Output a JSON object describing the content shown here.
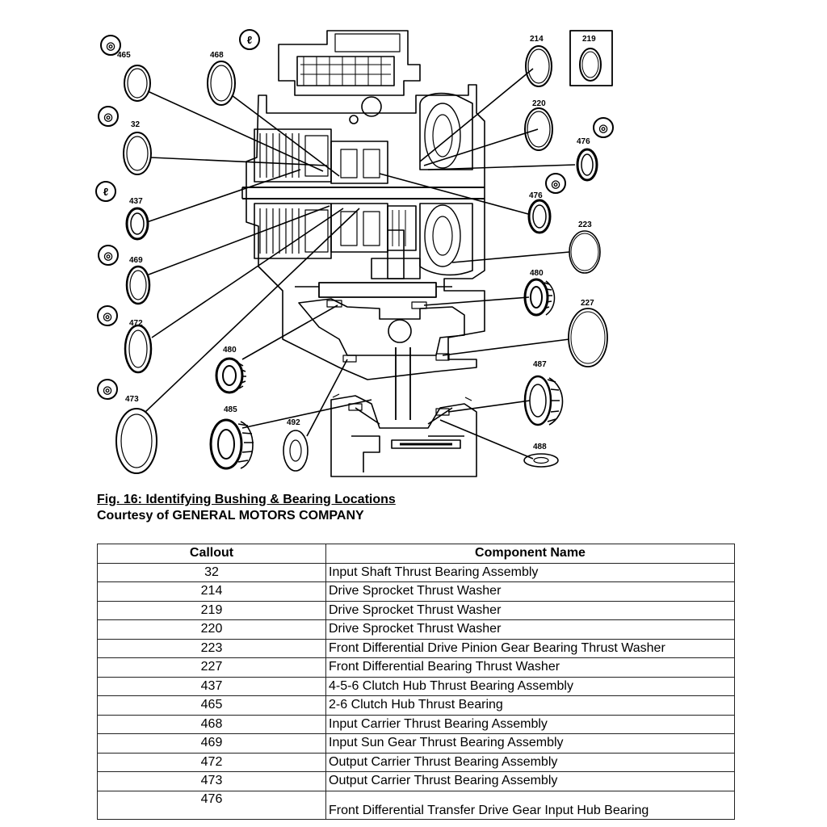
{
  "caption": {
    "title": "Fig. 16: Identifying Bushing & Bearing Locations",
    "courtesy": "Courtesy of GENERAL MOTORS COMPANY"
  },
  "callouts": {
    "c465": "465",
    "c468": "468",
    "c32": "32",
    "c437": "437",
    "c469": "469",
    "c472": "472",
    "c473": "473",
    "c480a": "480",
    "c485": "485",
    "c492": "492",
    "c214": "214",
    "c219": "219",
    "c220": "220",
    "c476a": "476",
    "c476b": "476",
    "c223": "223",
    "c480b": "480",
    "c227": "227",
    "c487": "487",
    "c488": "488"
  },
  "table": {
    "headers": [
      "Callout",
      "Component Name"
    ],
    "rows": [
      {
        "callout": "32",
        "name": "Input Shaft Thrust Bearing Assembly"
      },
      {
        "callout": "214",
        "name": "Drive Sprocket Thrust Washer"
      },
      {
        "callout": "219",
        "name": "Drive Sprocket Thrust Washer"
      },
      {
        "callout": "220",
        "name": "Drive Sprocket Thrust Washer"
      },
      {
        "callout": "223",
        "name": "Front Differential Drive Pinion Gear Bearing Thrust Washer"
      },
      {
        "callout": "227",
        "name": "Front Differential Bearing Thrust Washer"
      },
      {
        "callout": "437",
        "name": "4-5-6 Clutch Hub Thrust Bearing Assembly"
      },
      {
        "callout": "465",
        "name": "2-6 Clutch Hub Thrust Bearing"
      },
      {
        "callout": "468",
        "name": "Input Carrier Thrust Bearing Assembly"
      },
      {
        "callout": "469",
        "name": "Input Sun Gear Thrust Bearing Assembly"
      },
      {
        "callout": "472",
        "name": "Output Carrier Thrust Bearing Assembly"
      },
      {
        "callout": "473",
        "name": "Output Carrier Thrust Bearing Assembly"
      },
      {
        "callout": "476",
        "name": "Front Differential Transfer Drive Gear Input Hub Bearing"
      }
    ]
  }
}
